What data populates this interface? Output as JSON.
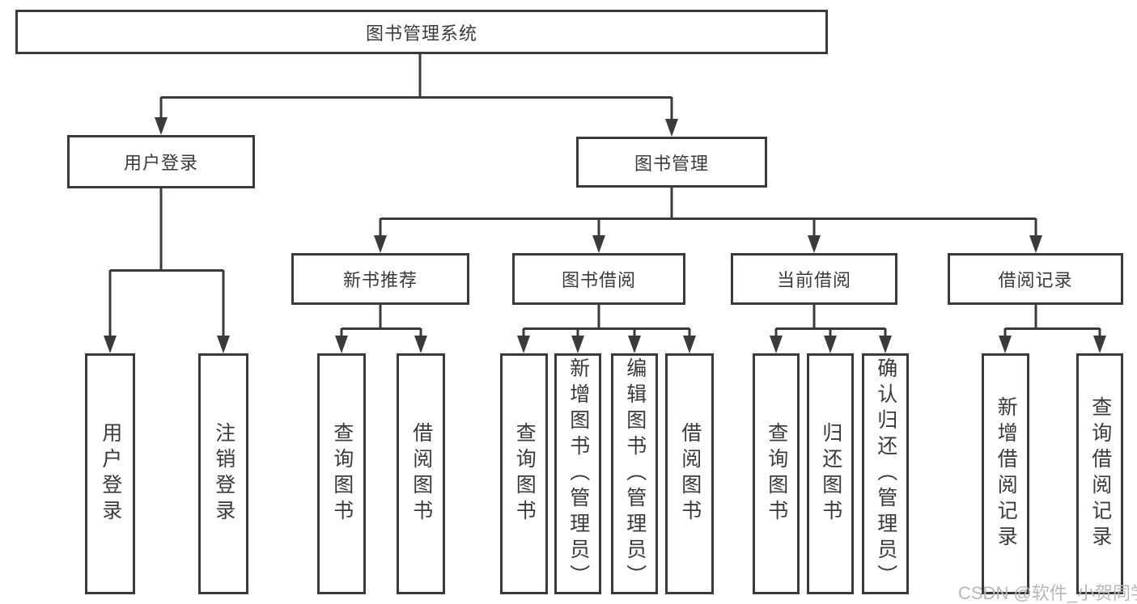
{
  "diagram": {
    "type": "tree",
    "root": {
      "label": "图书管理系统"
    },
    "level2": {
      "user_login": {
        "label": "用户登录"
      },
      "book_mgmt": {
        "label": "图书管理"
      }
    },
    "level3": {
      "new_books": {
        "label": "新书推荐",
        "parent": "图书管理"
      },
      "book_borrow": {
        "label": "图书借阅",
        "parent": "图书管理"
      },
      "current_borrow": {
        "label": "当前借阅",
        "parent": "图书管理"
      },
      "borrow_records": {
        "label": "借阅记录",
        "parent": "图书管理"
      }
    },
    "leaves": {
      "user_login_action": {
        "label": "用户登录",
        "parent": "用户登录"
      },
      "logout_action": {
        "label": "注销登录",
        "parent": "用户登录"
      },
      "nb_query_books": {
        "label": "查询图书",
        "parent": "新书推荐"
      },
      "nb_borrow_books": {
        "label": "借阅图书",
        "parent": "新书推荐"
      },
      "bb_query_books": {
        "label": "查询图书",
        "parent": "图书借阅"
      },
      "bb_add_books": {
        "label": "新增图书（管理员）",
        "parent": "图书借阅"
      },
      "bb_edit_books": {
        "label": "编辑图书（管理员）",
        "parent": "图书借阅"
      },
      "bb_borrow_books": {
        "label": "借阅图书",
        "parent": "图书借阅"
      },
      "cb_query_books": {
        "label": "查询图书",
        "parent": "当前借阅"
      },
      "cb_return_books": {
        "label": "归还图书",
        "parent": "当前借阅"
      },
      "cb_confirm_return": {
        "label": "确认归还（管理员）",
        "parent": "当前借阅"
      },
      "br_add_record": {
        "label": "新增借阅记录",
        "parent": "借阅记录"
      },
      "br_query_record": {
        "label": "查询借阅记录",
        "parent": "借阅记录"
      }
    },
    "colors": {
      "line": "#3a3a3a",
      "text": "#3a3a3a",
      "background": "#ffffff",
      "watermark": "#b7b7b7"
    }
  },
  "watermark": {
    "text": "CSDN @软件_小贺同学"
  }
}
